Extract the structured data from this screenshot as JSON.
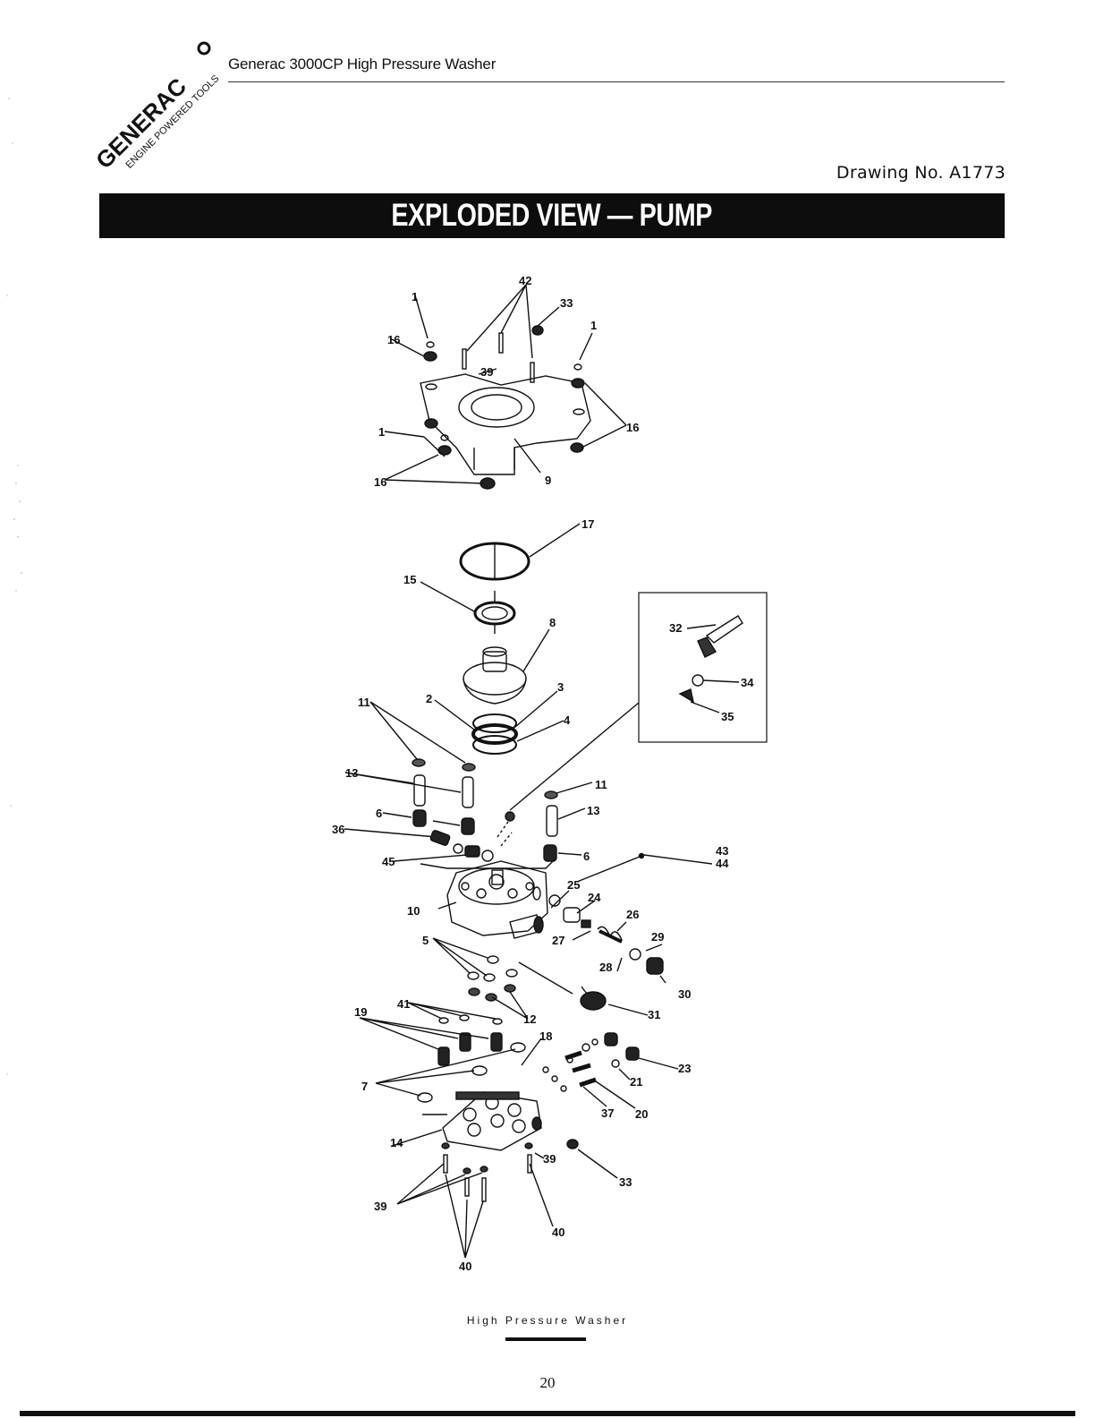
{
  "header": {
    "brand_logo_text": "GENERAC",
    "brand_logo_sub": "ENGINE POWERED TOOLS",
    "title": "Generac 3000CP High Pressure Washer",
    "drawing_number": "Drawing No. A1773"
  },
  "banner": {
    "title": "EXPLODED VIEW — PUMP"
  },
  "callouts": {
    "c42": "42",
    "c33a": "33",
    "c1a": "1",
    "c1b": "1",
    "c16a": "16",
    "c39a": "39",
    "c16b": "16",
    "c1c": "1",
    "c16c": "16",
    "c9": "9",
    "c17": "17",
    "c15": "15",
    "c8": "8",
    "c32": "32",
    "c34": "34",
    "c35": "35",
    "c11a": "11",
    "c2": "2",
    "c3": "3",
    "c4": "4",
    "c13a": "13",
    "c11b": "11",
    "c13b": "13",
    "c6a": "6",
    "c36": "36",
    "c6b": "6",
    "c43": "43",
    "c44": "44",
    "c45": "45",
    "c25": "25",
    "c24": "24",
    "c10": "10",
    "c26": "26",
    "c5": "5",
    "c27": "27",
    "c29": "29",
    "c28": "28",
    "c30": "30",
    "c41": "41",
    "c31": "31",
    "c19": "19",
    "c12": "12",
    "c18": "18",
    "c23": "23",
    "c7": "7",
    "c21": "21",
    "c37": "37",
    "c20": "20",
    "c14": "14",
    "c39b": "39",
    "c33b": "33",
    "c39c": "39",
    "c40a": "40",
    "c40b": "40"
  },
  "footer": {
    "title": "High Pressure Washer",
    "page_number": "20"
  }
}
